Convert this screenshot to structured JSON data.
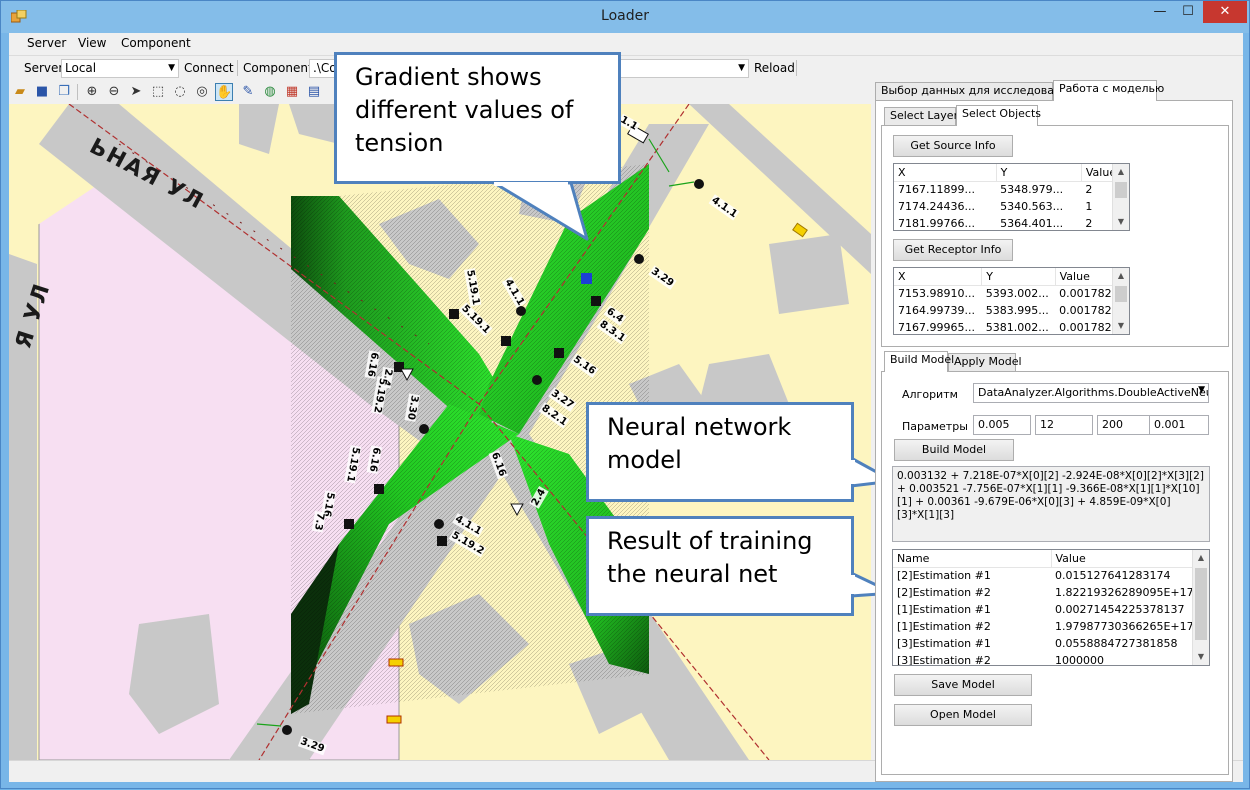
{
  "window": {
    "title": "Loader",
    "minimize_glyph": "—",
    "maximize_glyph": "☐",
    "close_glyph": "✕"
  },
  "menu": [
    "Server",
    "View",
    "Component"
  ],
  "toolbar": {
    "server_label": "Server",
    "server_value": "Local",
    "connect_label": "Connect",
    "component_label": "Component",
    "component_value": ".\\Co",
    "reload_label": "Reload"
  },
  "map": {
    "street_labels": [
      "ЬНАЯ УЛ",
      "Я УЛ"
    ],
    "sign_labels": [
      "4.1.1",
      "3.29",
      "5.19.1",
      "4.1.1",
      "5.19.1",
      "6.4",
      "8.3.1",
      "5.16",
      "3.27",
      "8.2.1",
      "6.16",
      "2.4",
      "5.19.2",
      "3.30",
      "6.16",
      "5.19.1",
      "6.16",
      "5.16",
      "7.3",
      "4.1.1",
      "5.19.2",
      "2.4",
      "3.29",
      "1.1"
    ]
  },
  "callouts": {
    "gradient": "Gradient shows different values of tension",
    "neural": "Neural network model",
    "result": "Result of training the neural net"
  },
  "tabs": {
    "main": [
      "Выбор данных для исследования",
      "Работа с моделью"
    ],
    "sub": [
      "Select Layers",
      "Select Objects"
    ],
    "model": [
      "Build Model",
      "Apply Model"
    ]
  },
  "source": {
    "button": "Get Source Info",
    "columns": [
      "X",
      "Y",
      "Value"
    ],
    "rows": [
      [
        "7167.11899...",
        "5348.979...",
        "2"
      ],
      [
        "7174.24436...",
        "5340.563...",
        "1"
      ],
      [
        "7181.99766...",
        "5364.401...",
        "2"
      ]
    ]
  },
  "receptor": {
    "button": "Get Receptor Info",
    "columns": [
      "X",
      "Y",
      "Value"
    ],
    "rows": [
      [
        "7153.98910...",
        "5393.002...",
        "0.001782..."
      ],
      [
        "7164.99739...",
        "5383.995...",
        "0.001782..."
      ],
      [
        "7167.99965...",
        "5381.002...",
        "0.001782..."
      ]
    ]
  },
  "build": {
    "algorithm_label": "Алгоритм",
    "algorithm_value": "DataAnalyzer.Algorithms.DoubleActiveNeuron.",
    "params_label": "Параметры",
    "params": [
      "0.005",
      "12",
      "200",
      "0.001"
    ],
    "button": "Build Model",
    "formula": "0.003132 + 7.218E-07*X[0][2] -2.924E-08*X[0][2]*X[3][2] + 0.003521 -7.756E-07*X[1][1] -9.366E-08*X[1][1]*X[10][1] + 0.00361 -9.679E-06*X[0][3] + 4.859E-09*X[0][3]*X[1][3]"
  },
  "results": {
    "columns": [
      "Name",
      "Value"
    ],
    "rows": [
      [
        "[2]Estimation #1",
        "0.015127641283174"
      ],
      [
        "[2]Estimation #2",
        "1.82219326289095E+17"
      ],
      [
        "[1]Estimation #1",
        "0.00271454225378137"
      ],
      [
        "[1]Estimation #2",
        "1.97987730366265E+17"
      ],
      [
        "[3]Estimation #1",
        "0.0558884727381858"
      ],
      [
        "[3]Estimation #2",
        "1000000"
      ]
    ]
  },
  "actions": {
    "save": "Save Model",
    "open": "Open Model"
  },
  "colors": {
    "accent": "#4f81bd",
    "gradient_green": "#22dd22",
    "map_background": "#fdf5c0"
  }
}
